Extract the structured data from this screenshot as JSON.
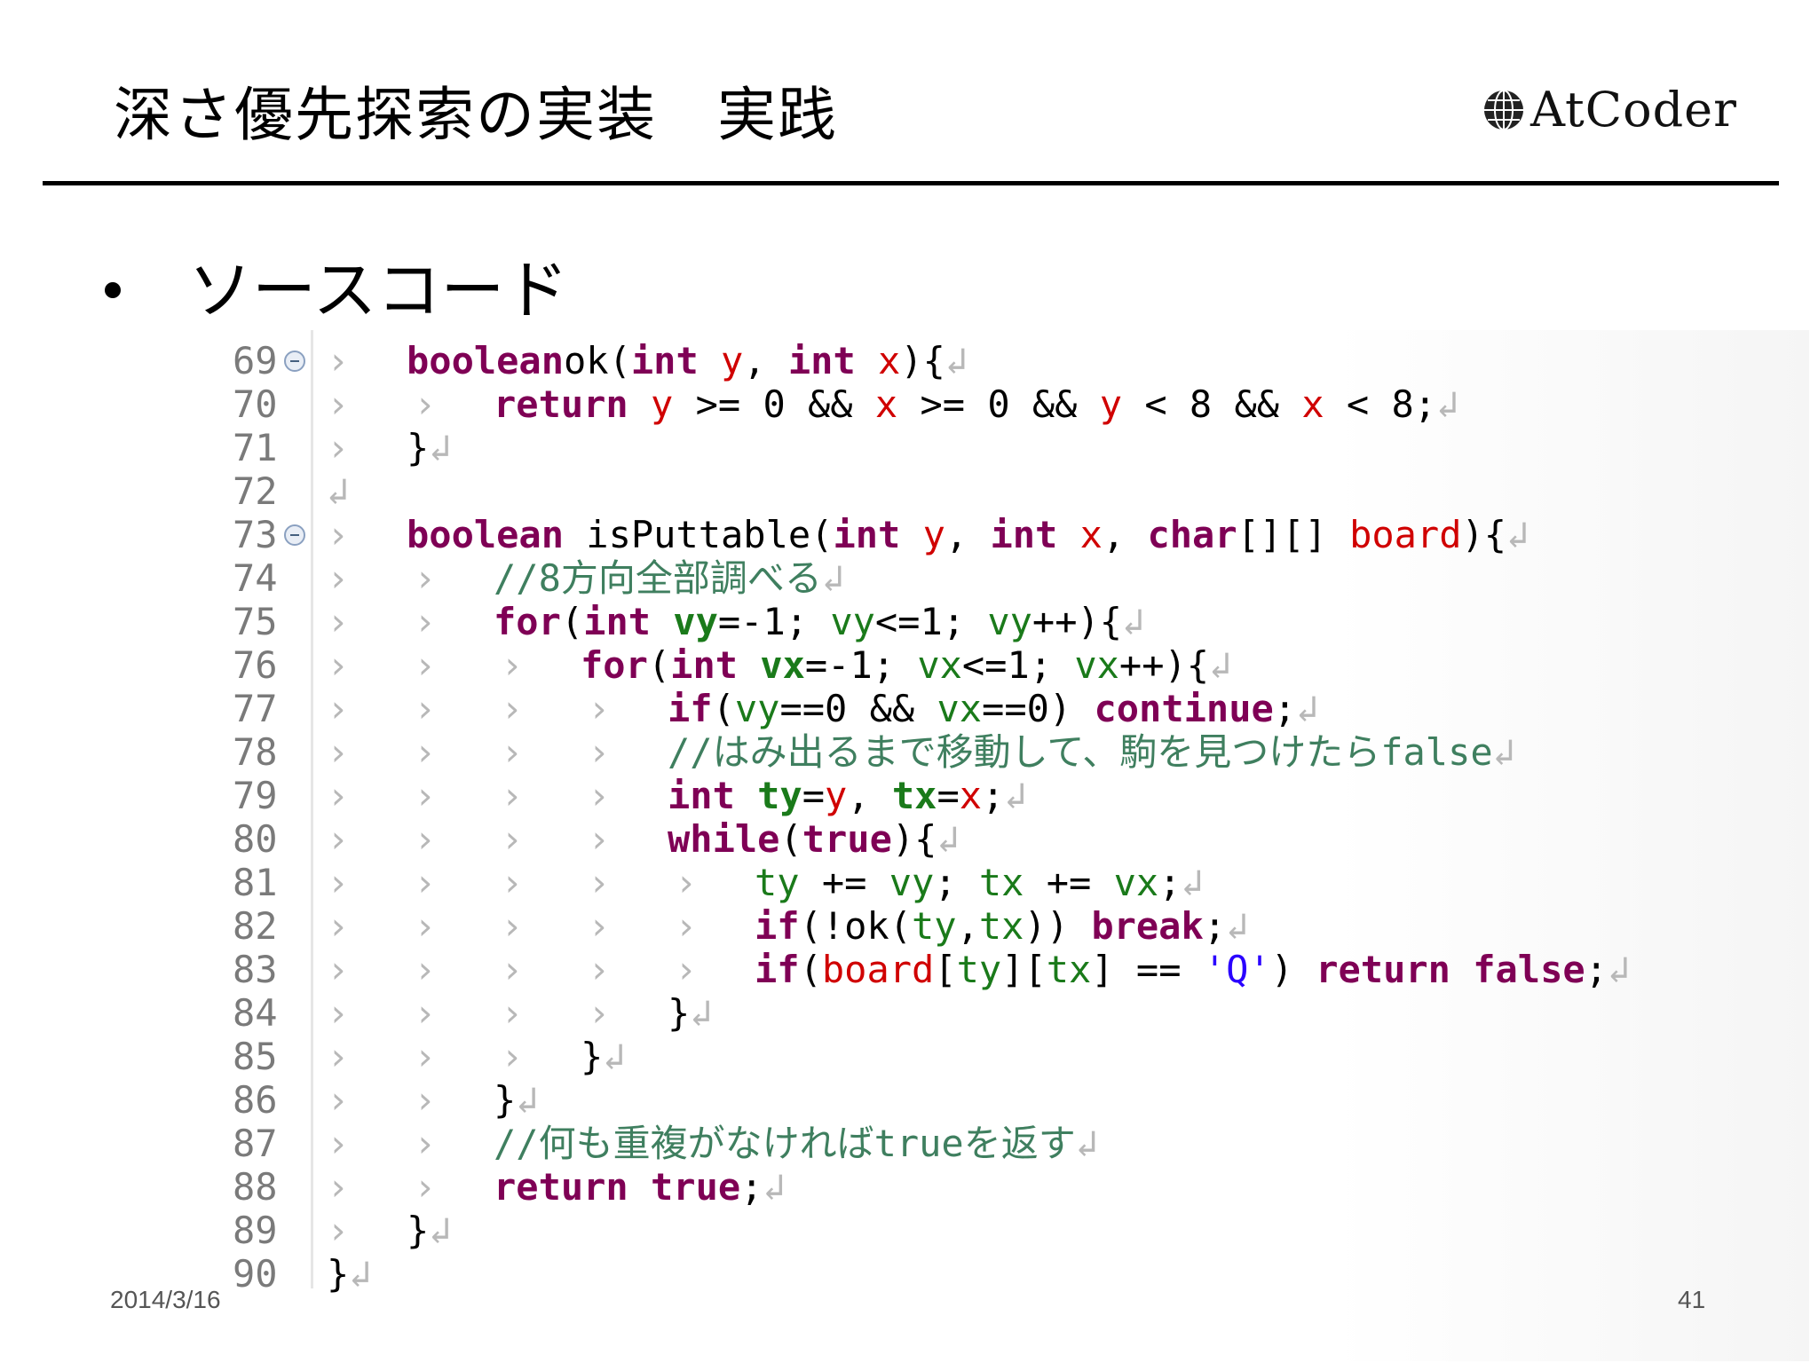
{
  "slide": {
    "title": "深さ優先探索の実装　実践",
    "logo_text": "AtCoder",
    "logo_icon": "globe-icon",
    "bullet": "ソースコード",
    "footer_date": "2014/3/16",
    "page_number": "41"
  },
  "code": {
    "lines": [
      {
        "n": "69",
        "fold": true,
        "indent": 1,
        "segs": [
          [
            "kw",
            "boolean"
          ],
          [
            "",
            "ok("
          ],
          [
            "kw",
            "int"
          ],
          [
            "",
            ""
          ],
          [
            "fld",
            " y"
          ],
          [
            "",
            ", "
          ],
          [
            "kw",
            "int"
          ],
          [
            "fld",
            " x"
          ],
          [
            "",
            ")"
          ],
          [
            "",
            "{"
          ]
        ]
      },
      {
        "n": "70",
        "fold": false,
        "indent": 2,
        "segs": [
          [
            "kw",
            "return"
          ],
          [
            "fld",
            " y"
          ],
          [
            "",
            " >= 0 && "
          ],
          [
            "fld",
            "x"
          ],
          [
            "",
            " >= 0 && "
          ],
          [
            "fld",
            "y"
          ],
          [
            "",
            " < 8 && "
          ],
          [
            "fld",
            "x"
          ],
          [
            "",
            " < 8;"
          ]
        ]
      },
      {
        "n": "71",
        "fold": false,
        "indent": 1,
        "segs": [
          [
            "",
            "}"
          ]
        ]
      },
      {
        "n": "72",
        "fold": false,
        "indent": 0,
        "segs": []
      },
      {
        "n": "73",
        "fold": true,
        "indent": 1,
        "segs": [
          [
            "kw",
            "boolean"
          ],
          [
            "",
            " isPuttable("
          ],
          [
            "kw",
            "int"
          ],
          [
            "fld",
            " y"
          ],
          [
            "",
            ", "
          ],
          [
            "kw",
            "int"
          ],
          [
            "fld",
            " x"
          ],
          [
            "",
            ", "
          ],
          [
            "kw",
            "char"
          ],
          [
            "",
            "[][] "
          ],
          [
            "fld",
            "board"
          ],
          [
            "",
            "){"
          ]
        ]
      },
      {
        "n": "74",
        "fold": false,
        "indent": 2,
        "segs": [
          [
            "cm",
            "//8方向全部調べる"
          ]
        ]
      },
      {
        "n": "75",
        "fold": false,
        "indent": 2,
        "segs": [
          [
            "kw",
            "for"
          ],
          [
            "",
            "("
          ],
          [
            "kw",
            "int"
          ],
          [
            "locd",
            " vy"
          ],
          [
            "",
            "=-1; "
          ],
          [
            "loc",
            "vy"
          ],
          [
            "",
            "<=1; "
          ],
          [
            "loc",
            "vy"
          ],
          [
            "",
            "++){"
          ]
        ]
      },
      {
        "n": "76",
        "fold": false,
        "indent": 3,
        "segs": [
          [
            "kw",
            "for"
          ],
          [
            "",
            "("
          ],
          [
            "kw",
            "int"
          ],
          [
            "locd",
            " vx"
          ],
          [
            "",
            "=-1; "
          ],
          [
            "loc",
            "vx"
          ],
          [
            "",
            "<=1; "
          ],
          [
            "loc",
            "vx"
          ],
          [
            "",
            "++){"
          ]
        ]
      },
      {
        "n": "77",
        "fold": false,
        "indent": 4,
        "segs": [
          [
            "kw",
            "if"
          ],
          [
            "",
            "("
          ],
          [
            "loc",
            "vy"
          ],
          [
            "",
            "==0 && "
          ],
          [
            "loc",
            "vx"
          ],
          [
            "",
            "==0) "
          ],
          [
            "kw",
            "continue"
          ],
          [
            "",
            ";"
          ]
        ]
      },
      {
        "n": "78",
        "fold": false,
        "indent": 4,
        "segs": [
          [
            "cm",
            "//はみ出るまで移動して、駒を見つけたらfalse"
          ]
        ]
      },
      {
        "n": "79",
        "fold": false,
        "indent": 4,
        "segs": [
          [
            "kw",
            "int"
          ],
          [
            "locd",
            " ty"
          ],
          [
            "",
            "="
          ],
          [
            "fld",
            "y"
          ],
          [
            "",
            ", "
          ],
          [
            "locd",
            "tx"
          ],
          [
            "",
            "="
          ],
          [
            "fld",
            "x"
          ],
          [
            "",
            ";"
          ]
        ]
      },
      {
        "n": "80",
        "fold": false,
        "indent": 4,
        "segs": [
          [
            "kw",
            "while"
          ],
          [
            "",
            "("
          ],
          [
            "kw",
            "true"
          ],
          [
            "",
            "){"
          ]
        ]
      },
      {
        "n": "81",
        "fold": false,
        "indent": 5,
        "segs": [
          [
            "loc",
            "ty"
          ],
          [
            "",
            " += "
          ],
          [
            "loc",
            "vy"
          ],
          [
            "",
            "; "
          ],
          [
            "loc",
            "tx"
          ],
          [
            "",
            " += "
          ],
          [
            "loc",
            "vx"
          ],
          [
            "",
            ";"
          ]
        ]
      },
      {
        "n": "82",
        "fold": false,
        "indent": 5,
        "segs": [
          [
            "kw",
            "if"
          ],
          [
            "",
            "(!ok("
          ],
          [
            "loc",
            "ty"
          ],
          [
            "",
            ","
          ],
          [
            "loc",
            "tx"
          ],
          [
            "",
            ")) "
          ],
          [
            "kw",
            "break"
          ],
          [
            "",
            ";"
          ]
        ]
      },
      {
        "n": "83",
        "fold": false,
        "indent": 5,
        "segs": [
          [
            "kw",
            "if"
          ],
          [
            "",
            "("
          ],
          [
            "fld",
            "board"
          ],
          [
            "",
            "["
          ],
          [
            "loc",
            "ty"
          ],
          [
            "",
            "]["
          ],
          [
            "loc",
            "tx"
          ],
          [
            "",
            "] == "
          ],
          [
            "str",
            "'Q'"
          ],
          [
            "",
            ") "
          ],
          [
            "kw",
            "return"
          ],
          [
            "",
            " "
          ],
          [
            "kw",
            "false"
          ],
          [
            "",
            ";"
          ]
        ]
      },
      {
        "n": "84",
        "fold": false,
        "indent": 4,
        "segs": [
          [
            "",
            "}"
          ]
        ]
      },
      {
        "n": "85",
        "fold": false,
        "indent": 3,
        "segs": [
          [
            "",
            "}"
          ]
        ]
      },
      {
        "n": "86",
        "fold": false,
        "indent": 2,
        "segs": [
          [
            "",
            "}"
          ]
        ]
      },
      {
        "n": "87",
        "fold": false,
        "indent": 2,
        "segs": [
          [
            "cm",
            "//何も重複がなければtrueを返す"
          ]
        ]
      },
      {
        "n": "88",
        "fold": false,
        "indent": 2,
        "segs": [
          [
            "kw",
            "return"
          ],
          [
            "",
            " "
          ],
          [
            "kw",
            "true"
          ],
          [
            "",
            ";"
          ]
        ]
      },
      {
        "n": "89",
        "fold": false,
        "indent": 1,
        "segs": [
          [
            "",
            "}"
          ]
        ]
      },
      {
        "n": "90",
        "fold": false,
        "indent": 0,
        "segs": [
          [
            "",
            "}"
          ]
        ]
      }
    ],
    "newline_mark": "↲",
    "tab_mark": "›"
  }
}
